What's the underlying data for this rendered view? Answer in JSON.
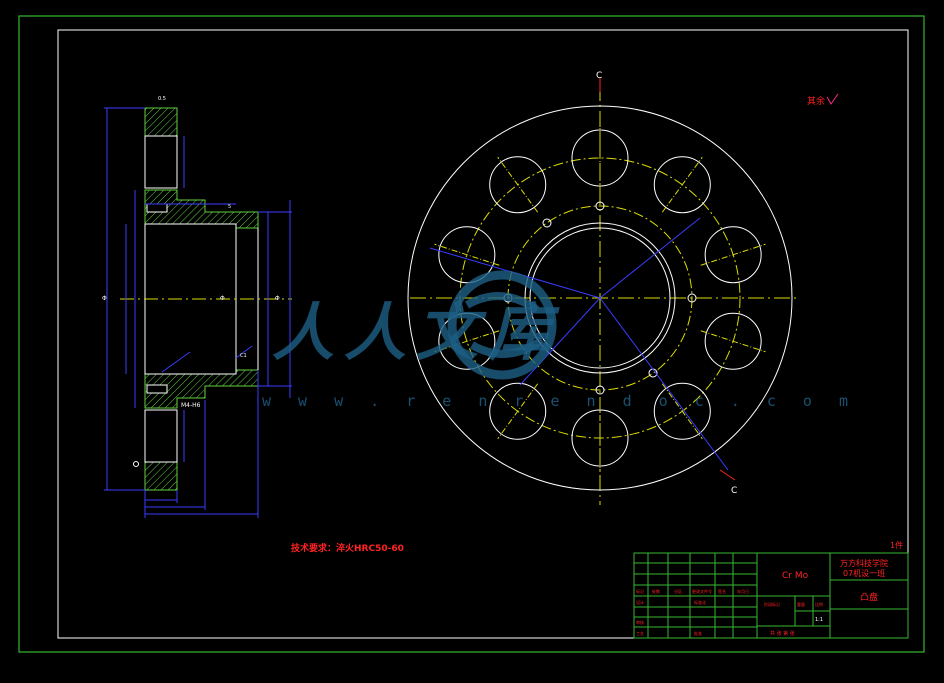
{
  "drawing": {
    "section_letter_top": "C",
    "section_letter_bottom": "C",
    "roughness_note": "其余",
    "tech_requirement": "技术要求：淬火HRC50-60",
    "part_count": "1件",
    "dim_labels": {
      "top_small": "0.5",
      "left_overall": "Φ",
      "hub_bore": "Φ",
      "right_dim": "Φ",
      "tap_note": "M4-H6",
      "depth_small": "5",
      "chamfer": "C1"
    }
  },
  "title_block": {
    "material": "Cr Mo",
    "school_line1": "万方科技学院",
    "school_line2": "07机设一班",
    "part_name": "凸盘",
    "label_tag": "标记",
    "label_count": "处数",
    "label_zone": "分区",
    "label_change": "更改文件号",
    "label_sign": "签名",
    "label_date": "年月日",
    "label_design": "设计",
    "label_std": "标准化",
    "label_check": "审核",
    "label_process": "工艺",
    "label_approve": "批准",
    "label_stage": "阶段标记",
    "label_weight": "重量",
    "label_scale": "比例",
    "scale_value": "1:1",
    "sheet_info": "共 张 第 张"
  },
  "watermark": {
    "logo_text": "人人文库",
    "url": "w w w . r e n r e n d o c . c o m"
  },
  "colors": {
    "frame": "#34b830",
    "drawing": "#ffffff",
    "dimension": "#3a3cff",
    "centerline": "#dcdc00",
    "hatch": "#60d040",
    "annotation": "#ff2222",
    "leader": "#ff2a8a"
  }
}
